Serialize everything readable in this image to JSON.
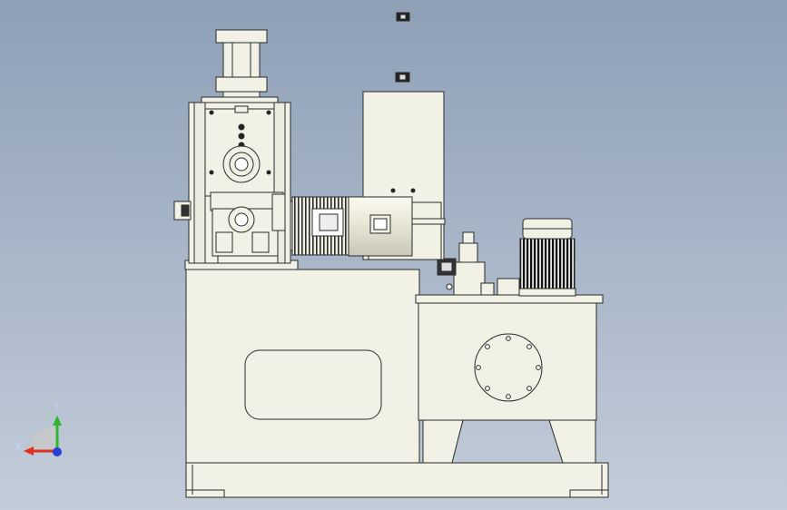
{
  "viewport": {
    "background_top": "#8e9fb6",
    "background_bottom": "#c3ccd9",
    "model_fill": "#f2f1e6",
    "model_edge": "#2a2a2a"
  },
  "triad": {
    "x_label": "X",
    "y_label": "Y",
    "x_color": "#e0301e",
    "y_color": "#2fb52f",
    "z_color": "#2a3fd6"
  },
  "components": [
    "cylinder-actuator",
    "gear-housing",
    "worm-gearbox",
    "electric-motor",
    "motor-bracket-tower",
    "machine-base-frame",
    "hydraulic-tank",
    "pump-motor",
    "valve-block",
    "base-plate"
  ]
}
